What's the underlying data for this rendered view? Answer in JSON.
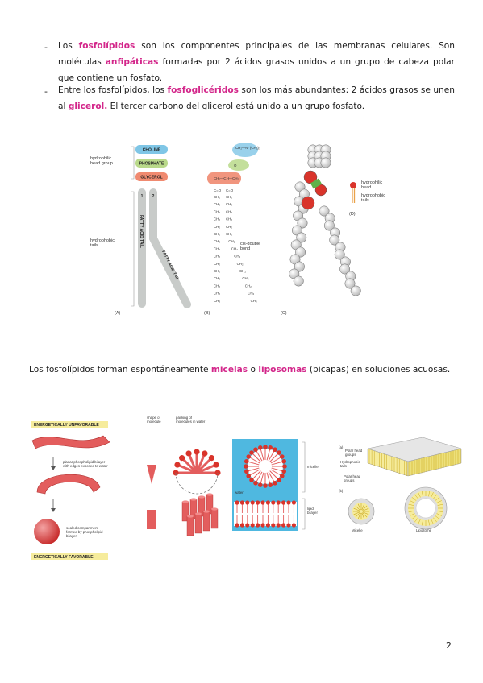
{
  "bullets": [
    "-",
    "-"
  ],
  "p1": {
    "t1": "Los ",
    "h1": "fosfolípidos",
    "t2": " son los componentes principales de las membranas celulares. Son moléculas ",
    "h2": "anfipáticas",
    "t3": " formadas por 2 ácidos grasos unidos a un grupo de cabeza polar que contiene un fosfato."
  },
  "p2": {
    "t1": " Entre los fosfolípidos, los ",
    "h1": "fosfoglicéridos",
    "t2": " son los más abundantes: 2 ácidos grasos se unen al ",
    "h2": "glicerol.",
    "t3": " El tercer carbono del glicerol está unido a un grupo fosfato."
  },
  "p3": {
    "t1": "Los fosfolípidos forman espontáneamente ",
    "h1": "micelas",
    "t2": " o ",
    "h2": "liposomas",
    "t3": " (bicapas) en soluciones acuosas."
  },
  "figure1": {
    "labels": {
      "hydrophilic_head_group": [
        "hydrophilic",
        "head group"
      ],
      "hydrophobic_tails": [
        "hydrophobic",
        "tails"
      ],
      "choline": "CHOLINE",
      "phosphate": "PHOSPHATE",
      "glycerol": "GLYCEROL",
      "tail_1": "1",
      "tail_2": "2",
      "fatty_acid_tail": "FATTY ACID TAIL",
      "cis_double_bond": [
        "cis-double",
        "bond"
      ],
      "panel_a": "(A)",
      "panel_b": "(B)",
      "panel_c": "(C)",
      "panel_d": "(D)",
      "d_hydrophilic_head": [
        "hydrophilic",
        "head"
      ],
      "d_hydrophobic_tails": [
        "hydrophobic",
        "tails"
      ],
      "chem_top": "CH₂—N⁺(CH₃)₃",
      "chem_glycerol": "CH₂—CH—CH₂",
      "chem_co": "C=O",
      "chem_ch2": "CH₂",
      "chem_ch3": "CH₃",
      "chem_o": "O"
    }
  },
  "figure2": {
    "labels": {
      "unfavorable": "ENERGETICALLY UNFAVORABLE",
      "favorable": "ENERGETICALLY FAVORABLE",
      "planar_bilayer": [
        "planar phospholipid bilayer",
        "with edges exposed to water"
      ],
      "sealed_compartment": [
        "sealed compartment",
        "formed by phospholipid",
        "bilayer"
      ],
      "shape_of_molecule": [
        "shape of",
        "molecule"
      ],
      "packing": [
        "packing of",
        "molecules in water"
      ],
      "micelle": "micelle",
      "lipid_bilayer": [
        "lipid",
        "bilayer"
      ],
      "water": "water",
      "panel_a": "(a)",
      "panel_b": "(b)",
      "polar_head_groups": [
        "Polar head",
        "groups"
      ],
      "hydrophobic_tails": [
        "Hydrophobic",
        "tails"
      ],
      "micelle_cap": "Micelle",
      "liposome_cap": "Liposome"
    }
  },
  "colors": {
    "highlight": "#d3268a",
    "choline": "#7fc6e6",
    "phosphate": "#b9d98a",
    "glycerol": "#f08a70",
    "tail_gray": "#c8cbc9",
    "membrane_red": "#e04a4a",
    "water_blue": "#4fb8e0",
    "band_yellow": "#f6ec9c"
  },
  "page_number": "2"
}
